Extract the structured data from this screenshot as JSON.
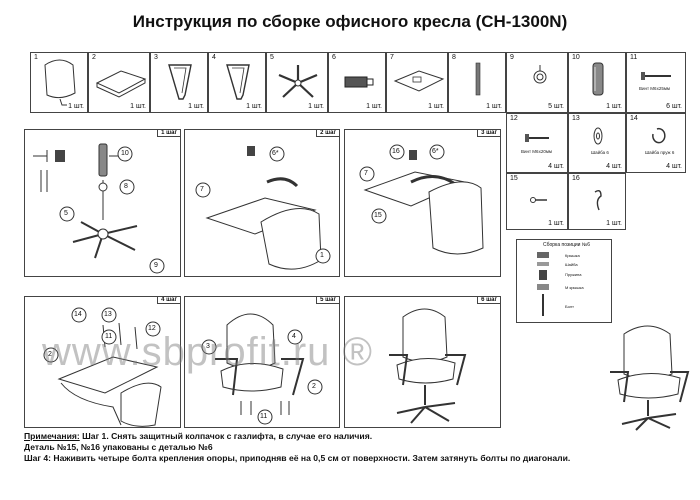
{
  "title": "Инструкция по сборке офисного кресла (CH-1300N)",
  "parts": [
    {
      "num": "1",
      "qty": "1 шт."
    },
    {
      "num": "2",
      "qty": "1 шт."
    },
    {
      "num": "3",
      "qty": "1 шт."
    },
    {
      "num": "4",
      "qty": "1 шт."
    },
    {
      "num": "5",
      "qty": "1 шт."
    },
    {
      "num": "6",
      "qty": "1 шт."
    },
    {
      "num": "7",
      "qty": "1 шт."
    },
    {
      "num": "8",
      "qty": "1 шт."
    },
    {
      "num": "9",
      "qty": "5 шт."
    },
    {
      "num": "10",
      "qty": "1 шт."
    },
    {
      "num": "11",
      "qty": "6 шт.",
      "sub": "Винт М6х25мм"
    },
    {
      "num": "12",
      "qty": "4 шт.",
      "sub": "Винт М6х20мм"
    },
    {
      "num": "13",
      "qty": "4 шт.",
      "sub": "Шайба 6"
    },
    {
      "num": "14",
      "qty": "4 шт.",
      "sub": "Шайба пруж 6"
    },
    {
      "num": "15",
      "qty": "1 шт."
    },
    {
      "num": "16",
      "qty": "1 шт."
    }
  ],
  "steps": [
    "1 шаг",
    "2 шаг",
    "3 шаг",
    "4 шаг",
    "5 шаг",
    "6 шаг"
  ],
  "callouts": {
    "s1": [
      "10",
      "8",
      "5",
      "9"
    ],
    "s2": [
      "6*",
      "7",
      "1"
    ],
    "s3": [
      "16",
      "6*",
      "7",
      "15"
    ],
    "s4": [
      "14",
      "13",
      "11",
      "12",
      "2"
    ],
    "s5": [
      "3",
      "4",
      "2",
      "11"
    ]
  },
  "detail": {
    "title": "Сборка позиции №6",
    "labels": [
      "Крышка",
      "Шайба",
      "Пружина",
      "М крышка",
      "Болт"
    ]
  },
  "notes": {
    "label": "Примечания:",
    "line1": " Шаг 1. Снять защитный колпачок с газлифта, в случае его наличия.",
    "line2": "Деталь №15, №16 упакованы с деталью №6",
    "line3": "Шаг 4: Наживить четыре болта крепления опоры, приподняв её на 0,5 см от поверхности. Затем затянуть болты по диагонали."
  },
  "watermark": "www.sbprofit.ru ®"
}
